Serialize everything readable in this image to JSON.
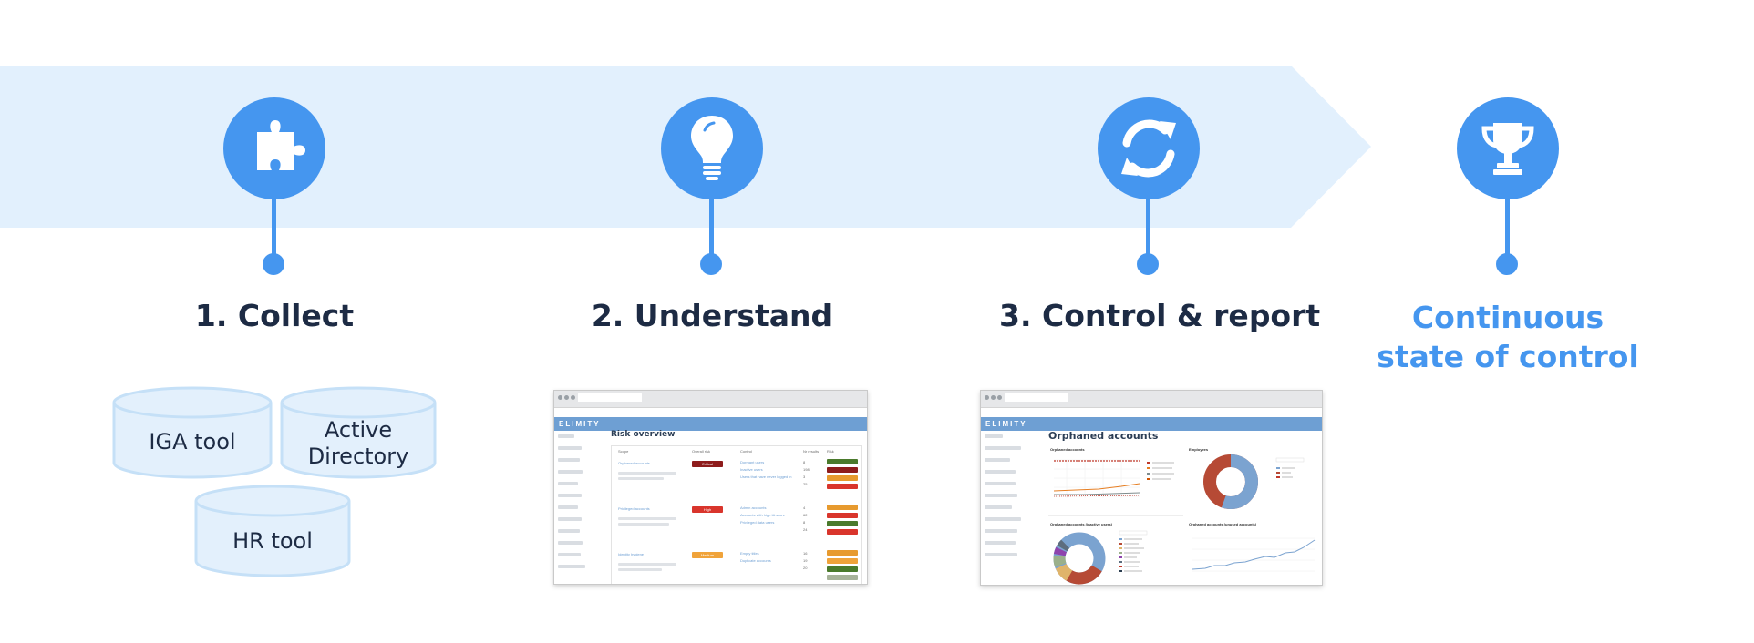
{
  "steps": [
    {
      "number_title": "1. Collect",
      "icon": "puzzle-icon"
    },
    {
      "number_title": "2. Understand",
      "icon": "lightbulb-icon"
    },
    {
      "number_title": "3. Control & report",
      "icon": "refresh-icon"
    }
  ],
  "final_step": {
    "line1": "Continuous",
    "line2": "state of control",
    "icon": "trophy-icon"
  },
  "sources": {
    "iga": "IGA tool",
    "ad_line1": "Active",
    "ad_line2": "Directory",
    "hr": "HR tool"
  },
  "colors": {
    "accent": "#4596ef",
    "banner": "#e2f0fd",
    "title": "#1d2b44",
    "cylinder_fill": "#e3f0fc",
    "cylinder_stroke": "#c5e0f7"
  },
  "screenshot_risk": {
    "brand": "ELIMITY",
    "heading": "Risk overview",
    "columns": [
      "Scope",
      "Overall risk",
      "Control",
      "Nr results",
      "Risk"
    ],
    "groups": [
      {
        "scope": "Orphaned accounts",
        "level": "Critical",
        "controls": [
          "Dormant users",
          "Inactive users",
          "Users that have never logged in"
        ],
        "counts": [
          "8",
          "198",
          "3",
          "25"
        ]
      },
      {
        "scope": "Privileged accounts",
        "level": "High",
        "controls": [
          "Admin accounts",
          "Accounts with high IA score",
          "Privileged data users"
        ],
        "counts": [
          "4",
          "62",
          "8",
          "24"
        ]
      },
      {
        "scope": "Identity hygiene",
        "level": "Medium",
        "controls": [
          "Empty titles",
          "Duplicate accounts"
        ],
        "counts": [
          "16",
          "19",
          "20"
        ]
      }
    ]
  },
  "screenshot_orphaned": {
    "brand": "ELIMITY",
    "heading": "Orphaned accounts",
    "panels": [
      "Orphaned accounts",
      "Employees",
      "Orphaned accounts (inactive users)",
      "Orphaned accounts (unused accounts)"
    ]
  }
}
